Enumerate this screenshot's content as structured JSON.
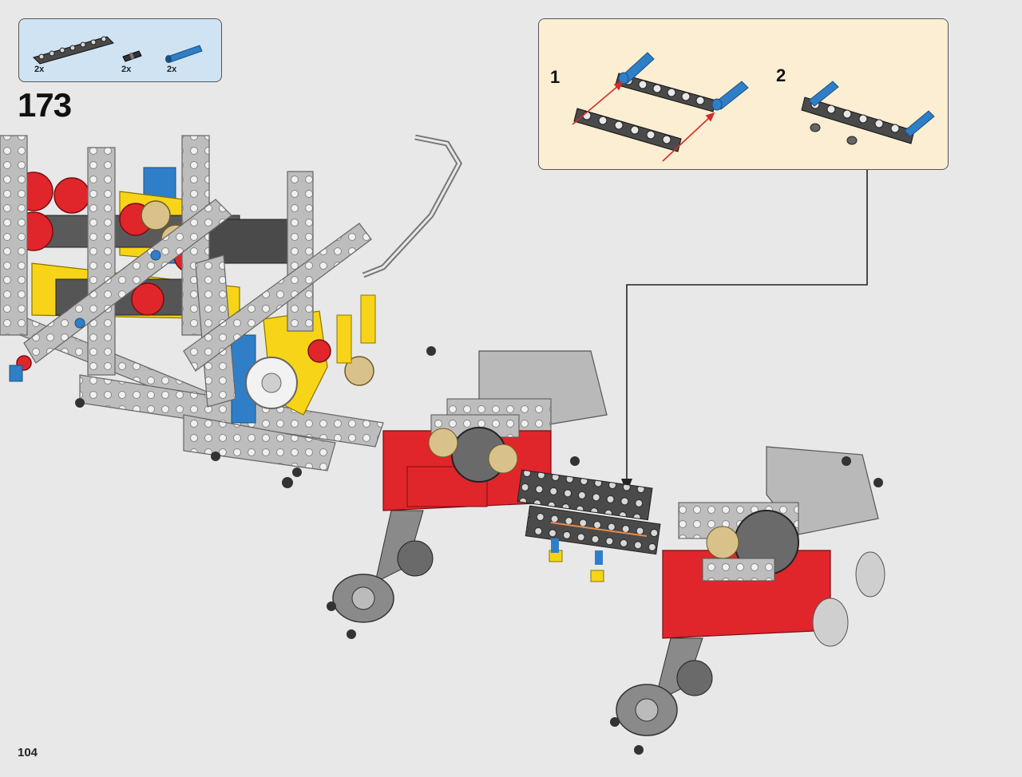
{
  "step": {
    "number": "173"
  },
  "parts": [
    {
      "name": "technic-beam-7",
      "qty": "2x"
    },
    {
      "name": "technic-pin-black",
      "qty": "2x"
    },
    {
      "name": "technic-pin-blue",
      "qty": "2x"
    }
  ],
  "subassembly": {
    "steps": [
      "1",
      "2"
    ]
  },
  "page": {
    "number": "104"
  },
  "colors": {
    "background": "#e8e8e8",
    "parts_box": "#cfe3f3",
    "sub_box": "#fbeed2",
    "red": "#e0262b",
    "yellow": "#f7d417",
    "blue": "#2f7fc8",
    "light_gray": "#b9b9b9",
    "dark_gray": "#4a4a4a"
  }
}
